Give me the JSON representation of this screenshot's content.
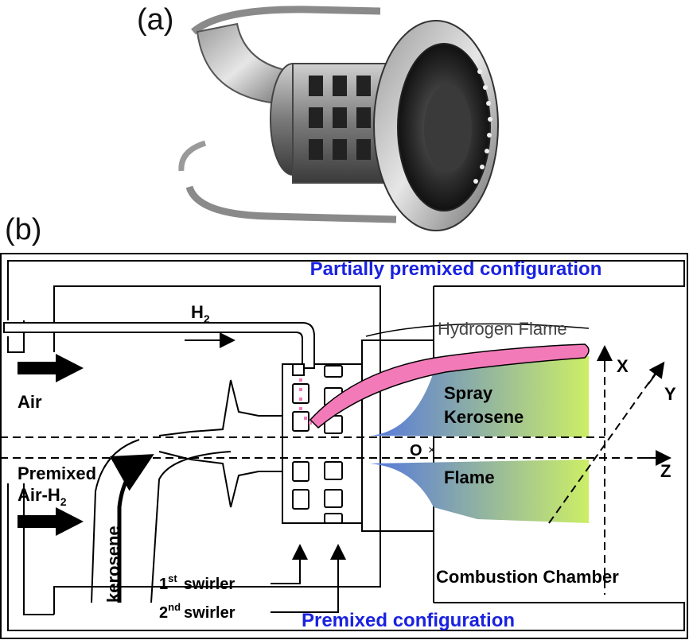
{
  "panel_a": {
    "label": "(a)"
  },
  "panel_b": {
    "label": "(b)",
    "top_caption": "Partially premixed configuration",
    "bottom_caption": "Premixed configuration",
    "h2_label": "H",
    "h2_subscript": "2",
    "air_label": "Air",
    "premixed_line1": "Premixed",
    "premixed_line2": "Air-H",
    "premixed_subscript": "2",
    "kerosene_label": "kerosene",
    "hydrogen_flame": "Hydrogen Flame",
    "spray_line1": "Spray",
    "spray_line2": "Kerosene",
    "flame_label": "Flame",
    "chamber_label": "Combustion Chamber",
    "swirler1_num": "1",
    "swirler1_sup": "st",
    "swirler1_text": "swirler",
    "swirler2_num": "2",
    "swirler2_sup": "nd",
    "swirler2_text": "swirler",
    "axis_x": "X",
    "axis_y": "Y",
    "axis_z": "Z",
    "origin": "O"
  },
  "colors": {
    "caption_blue": "#1a22e0",
    "hydrogen_flame_pink": "#f27ab8",
    "spray_blue": "#5577dd",
    "spray_green": "#ccee66"
  }
}
